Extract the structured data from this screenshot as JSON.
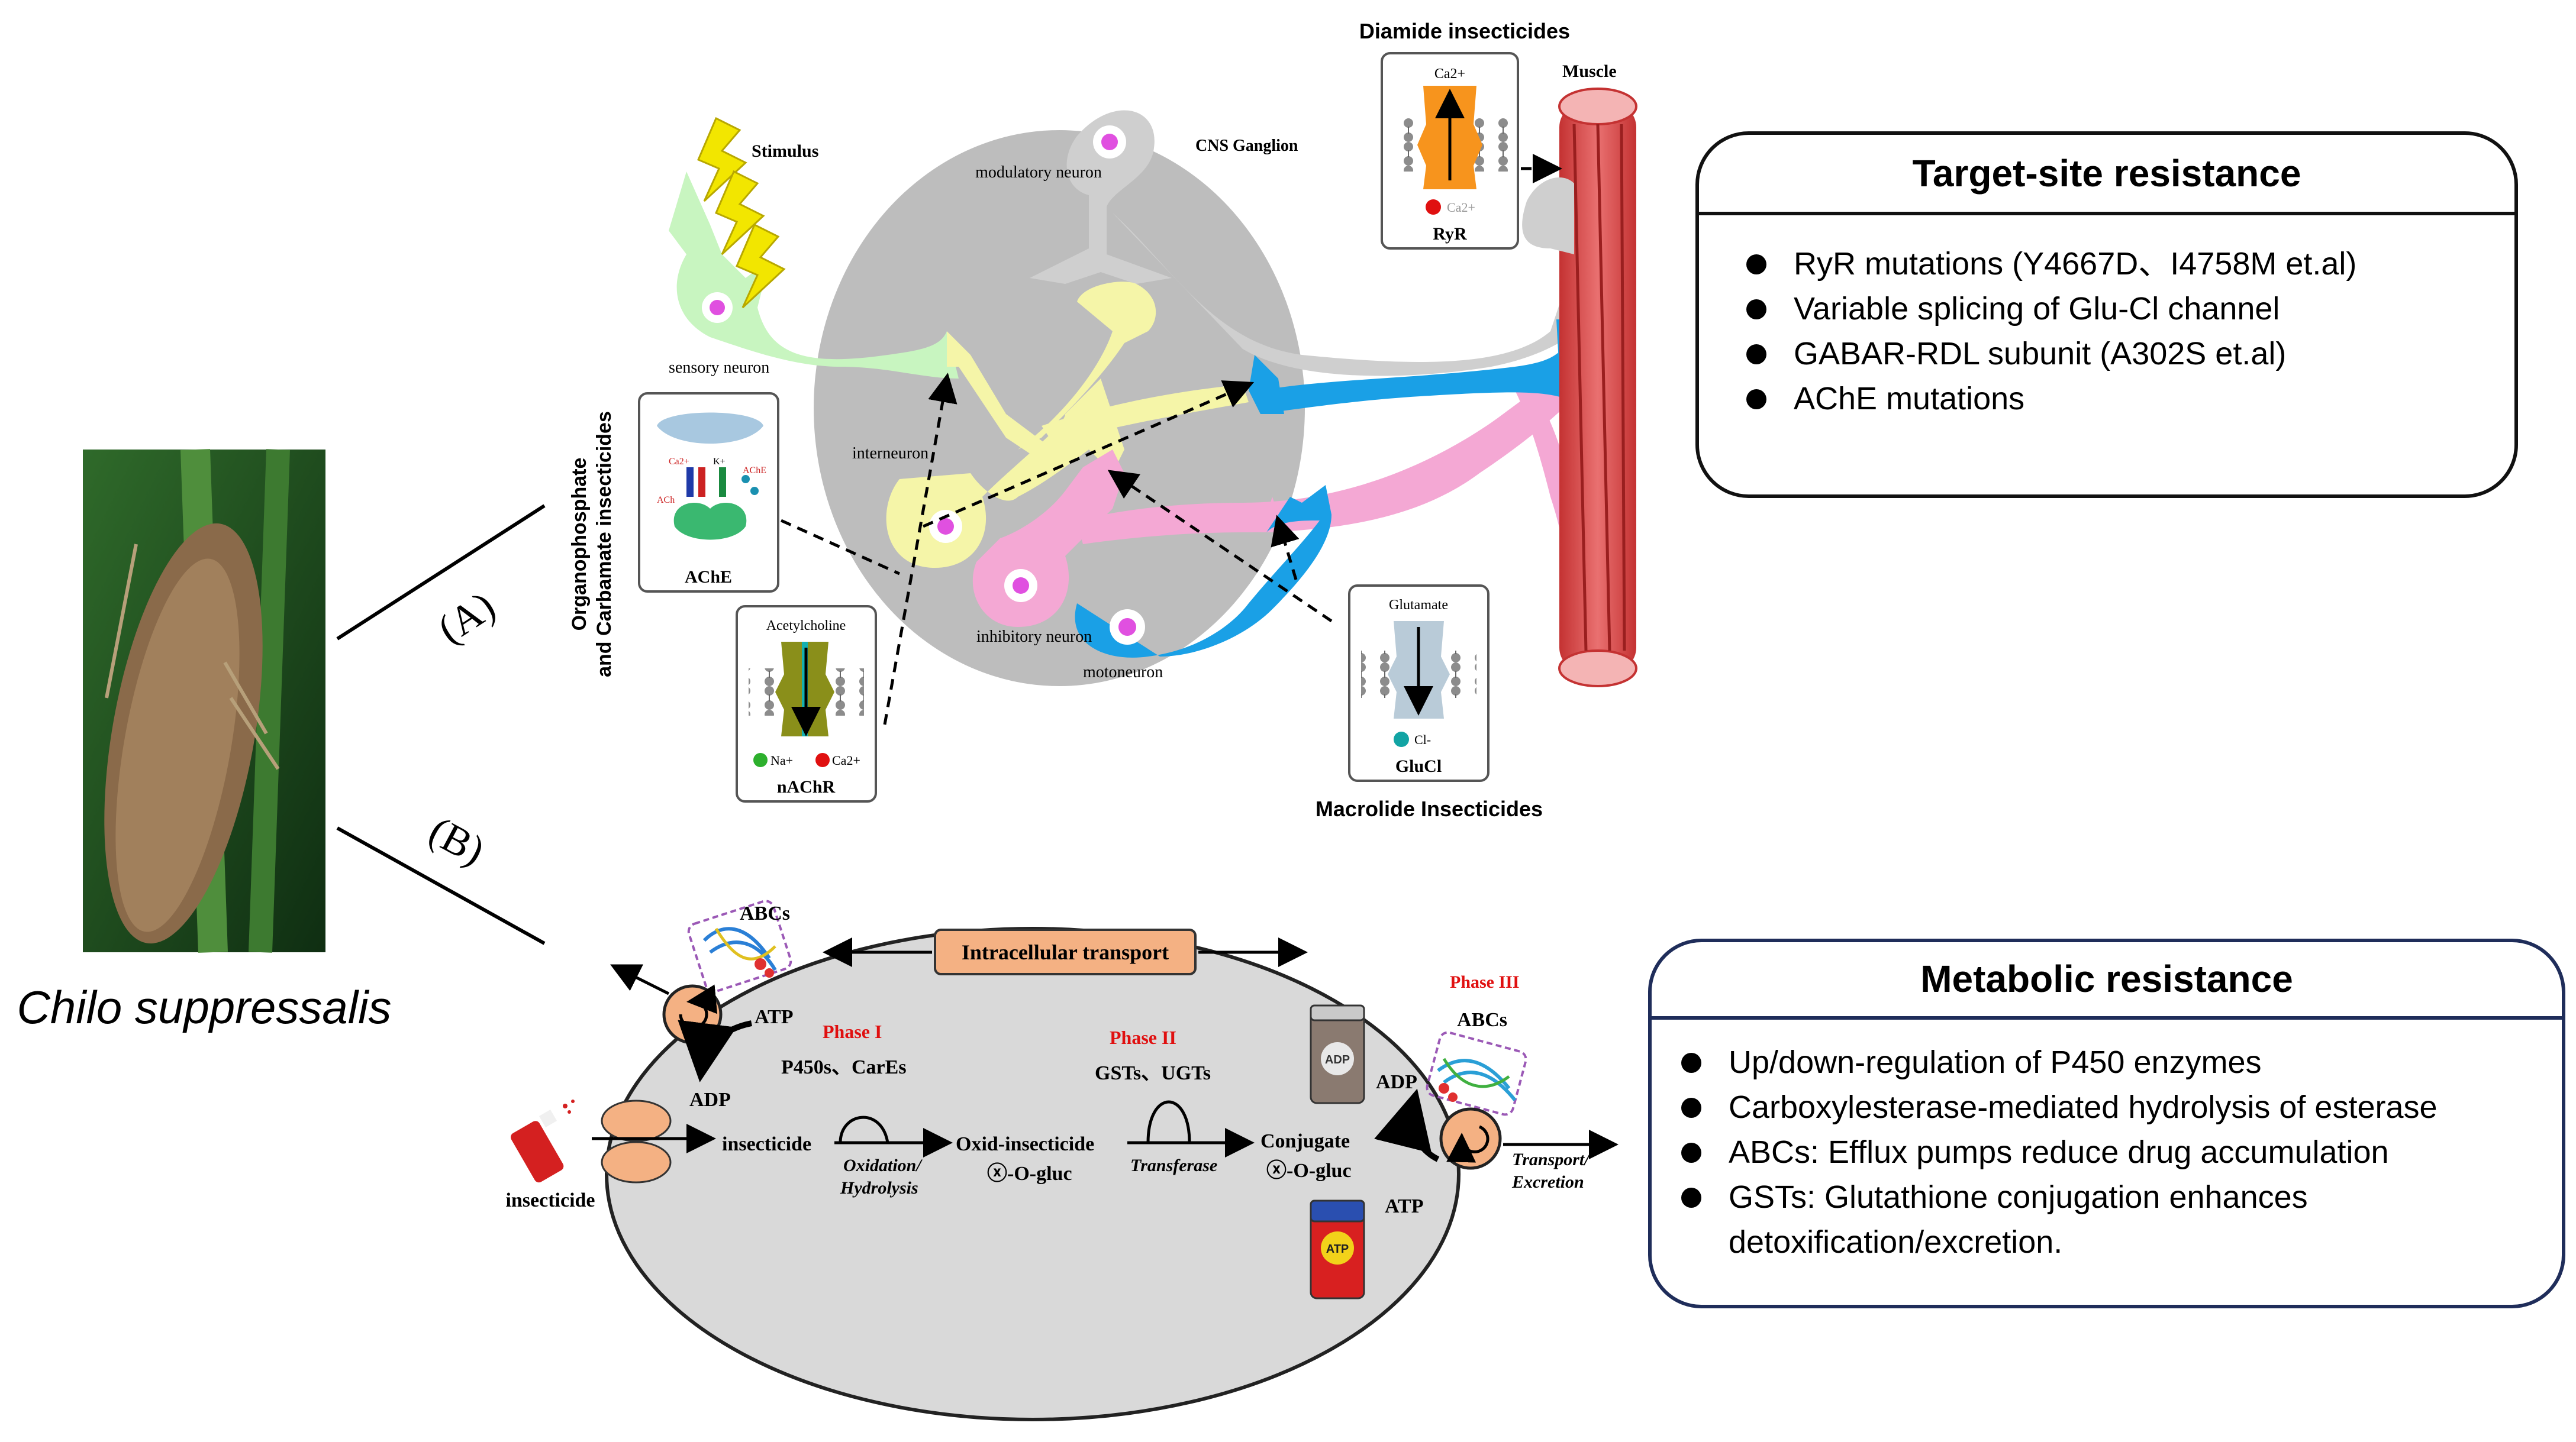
{
  "species_name": "Chilo suppressalis",
  "branch_labels": {
    "a": "(A)",
    "b": "(B)"
  },
  "neural": {
    "stimulus": "Stimulus",
    "sensory_neuron": "sensory neuron",
    "modulatory_neuron": "modulatory neuron",
    "cns_ganglion": "CNS Ganglion",
    "interneuron": "interneuron",
    "inhibitory_neuron": "inhibitory neuron",
    "motoneuron": "motoneuron",
    "muscle": "Muscle",
    "organophosphate_label_1": "Organophosphate",
    "organophosphate_label_2": "and Carbamate insecticides",
    "diamide_label": "Diamide insecticides",
    "macrolide_label": "Macrolide Insecticides",
    "ache_box": {
      "title": "AChE",
      "ach": "ACh",
      "ache_small": "AChE",
      "ion1": "Ca2+",
      "ion2": "K+"
    },
    "nachr_box": {
      "header": "Acetylcholine",
      "title": "nAChR",
      "ion1": "Na+",
      "ion2": "Ca2+"
    },
    "ryr_box": {
      "title": "RyR",
      "ion_top": "Ca2+",
      "ion_bottom": "Ca2+"
    },
    "glucl_box": {
      "header": "Glutamate",
      "title": "GluCl",
      "ion": "Cl-"
    }
  },
  "target_site": {
    "title": "Target-site resistance",
    "items": [
      "RyR mutations (Y4667D、I4758M et.al)",
      "Variable splicing of Glu-Cl channel",
      "GABAR-RDL subunit (A302S et.al)",
      "AChE mutations"
    ]
  },
  "cell": {
    "abcs_left": "ABCs",
    "intracellular_transport": "Intracellular transport",
    "atp_left": "ATP",
    "adp_left": "ADP",
    "phase1": "Phase I",
    "phase1_enzymes": "P450s、CarEs",
    "phase2": "Phase II",
    "phase2_enzymes": "GSTs、UGTs",
    "phase3": "Phase III",
    "abcs_right": "ABCs",
    "insecticide_outside": "insecticide",
    "insecticide_inside": "insecticide",
    "oxid_insecticide": "Oxid-insecticide",
    "o_gluc_1": "ⓧ-O-gluc",
    "oxidation_1": "Oxidation/",
    "oxidation_2": "Hydrolysis",
    "transferase": "Transferase",
    "conjugate": "Conjugate",
    "o_gluc_2": "ⓧ-O-gluc",
    "adp_right": "ADP",
    "atp_right": "ATP",
    "transport_1": "Transport/",
    "transport_2": "Excretion",
    "battery_top": "ADP",
    "battery_bottom": "ATP"
  },
  "metabolic": {
    "title": "Metabolic resistance",
    "items": [
      "Up/down-regulation of P450 enzymes",
      "Carboxylesterase-mediated hydrolysis of esterase",
      "ABCs: Efflux pumps reduce drug accumulation",
      "GSTs: Glutathione conjugation enhances",
      "detoxification/excretion."
    ]
  },
  "colors": {
    "ganglion": "#bdbdbd",
    "sensory": "#c8f5c0",
    "interneuron": "#f5f5a8",
    "inhibitory": "#f4a8d4",
    "motoneuron": "#1aa0e6",
    "modulatory": "#cfcfcf",
    "muscle": "#e85a5a",
    "ryr": "#f7941d",
    "nachr": "#8a8f1a",
    "glucl": "#b9cbd8",
    "phase_red": "#e01010",
    "transport_fill": "#f4b183",
    "cell_fill": "#d9d9d9",
    "box_border_blue": "#1f2d5a"
  }
}
